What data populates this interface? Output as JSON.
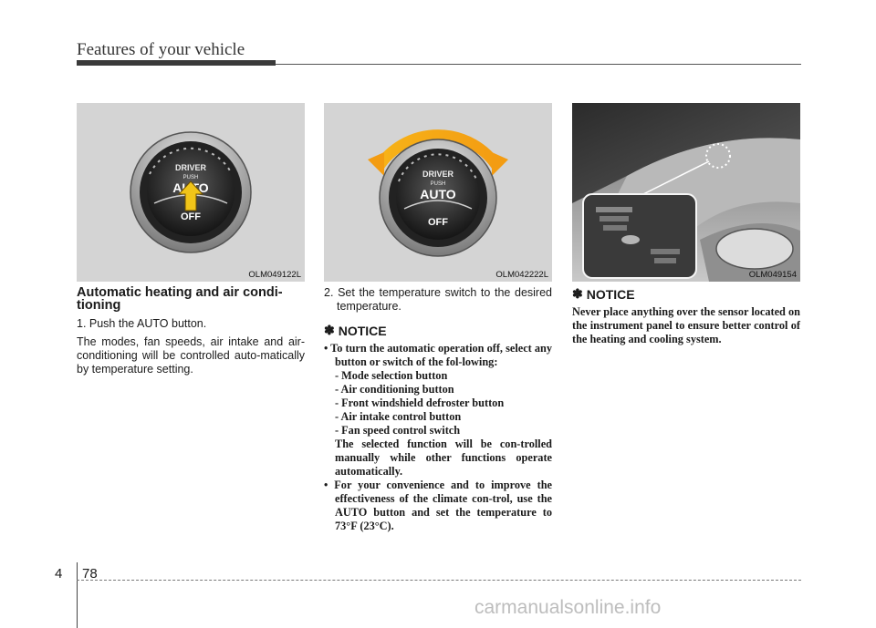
{
  "header": {
    "title": "Features of your vehicle"
  },
  "figures": [
    {
      "code": "OLM049122L",
      "knob_top": "DRIVER",
      "knob_mid": "PUSH",
      "knob_main": "AUTO",
      "knob_bottom": "OFF"
    },
    {
      "code": "OLM042222L",
      "knob_top": "DRIVER",
      "knob_mid": "PUSH",
      "knob_main": "AUTO",
      "knob_bottom": "OFF"
    },
    {
      "code": "OLM049154"
    }
  ],
  "col1": {
    "title": "Automatic heating and air condi-tioning",
    "step1": "1. Push the AUTO button.",
    "para": "The modes, fan speeds, air intake and air-conditioning will be controlled auto-matically by temperature setting."
  },
  "col2": {
    "step2": "2. Set the temperature switch to the desired temperature.",
    "notice_mark": "✽",
    "notice_title": "NOTICE",
    "bullet1": "• To turn the automatic operation off, select any button or switch of the fol-lowing:",
    "sub_items": [
      "- Mode selection button",
      "- Air conditioning button",
      "- Front windshield defroster button",
      "- Air intake control button",
      "- Fan speed control switch"
    ],
    "bullet1_tail": "The selected function will be con-trolled manually while other functions operate automatically.",
    "bullet2": "• For your convenience and to improve the effectiveness of the climate con-trol, use the AUTO button and set the temperature to 73°F (23°C)."
  },
  "col3": {
    "notice_mark": "✽",
    "notice_title": "NOTICE",
    "text": "Never place anything over the sensor located on the instrument panel to ensure better control of the heating and cooling system."
  },
  "footer": {
    "chapter": "4",
    "page": "78"
  },
  "watermark": "carmanualsonline.info"
}
